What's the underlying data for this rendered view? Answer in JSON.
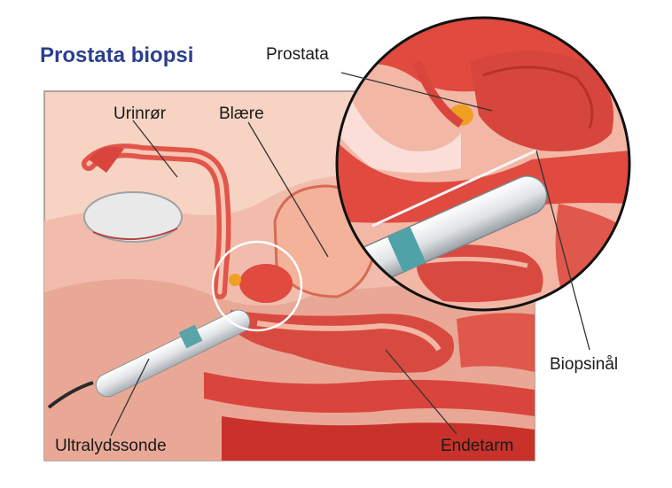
{
  "title": "Prostata biopsi",
  "labels": {
    "prostate": "Prostata",
    "urethra": "Urinrør",
    "bladder": "Blære",
    "biopsy_needle": "Biopsinål",
    "ultrasound_probe": "Ultralydssonde",
    "rectum": "Endetarm"
  },
  "colors": {
    "title": "#2b3f8f",
    "background_panel": "#f6d3c2",
    "tissue_light": "#f3b7a6",
    "tissue_red": "#e04a3f",
    "tissue_dark": "#c8322a",
    "prostate_gland": "#f0a020",
    "probe": "#e6e8ea"
  }
}
